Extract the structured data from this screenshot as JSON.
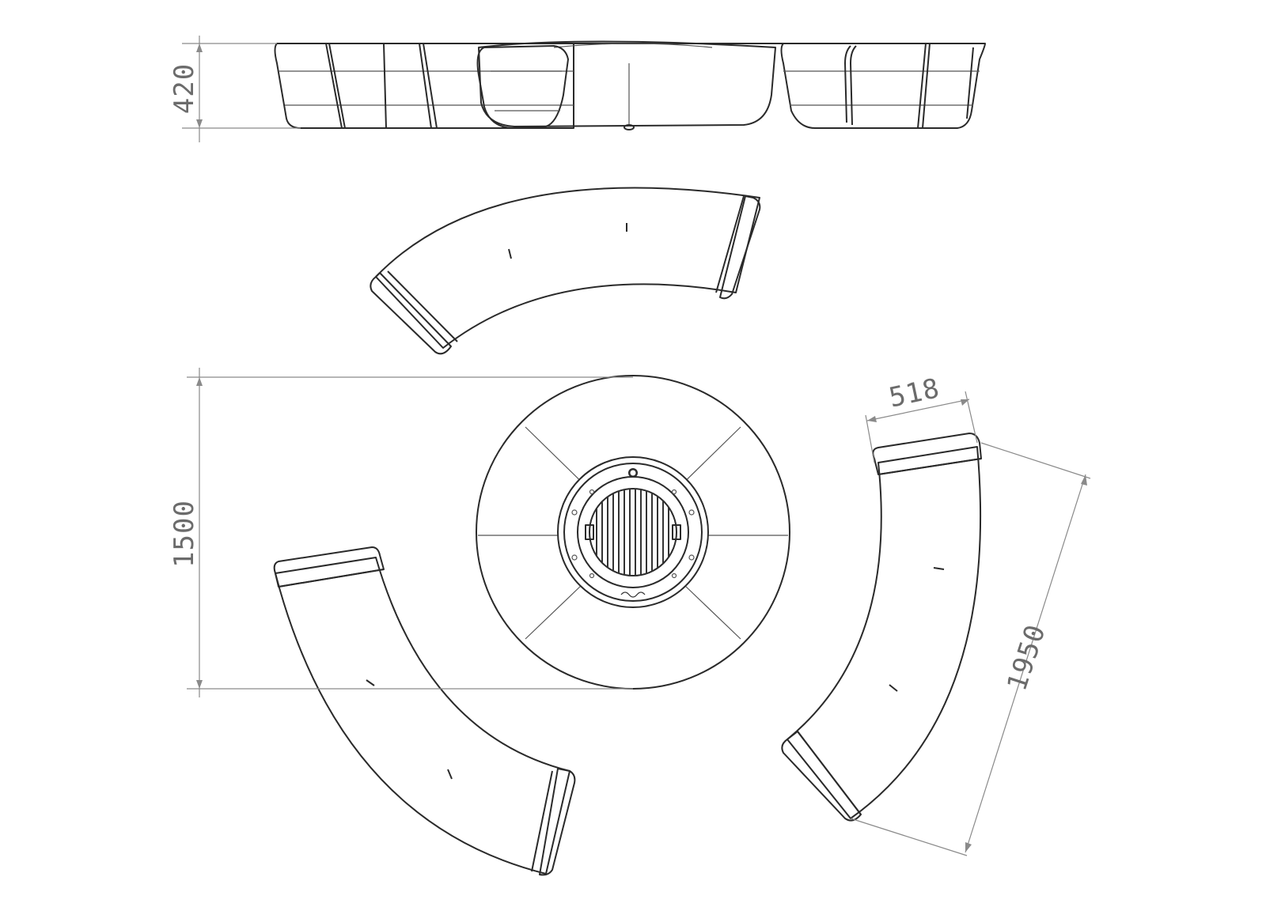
{
  "dimensions": {
    "height": "420",
    "diameter": "1500",
    "seat_depth": "518",
    "bench_length": "1950"
  },
  "colors": {
    "line": "#2a2a2a",
    "dimension_line": "#8a8a8a",
    "dimension_text": "#6b6b6b",
    "background": "#ffffff"
  }
}
